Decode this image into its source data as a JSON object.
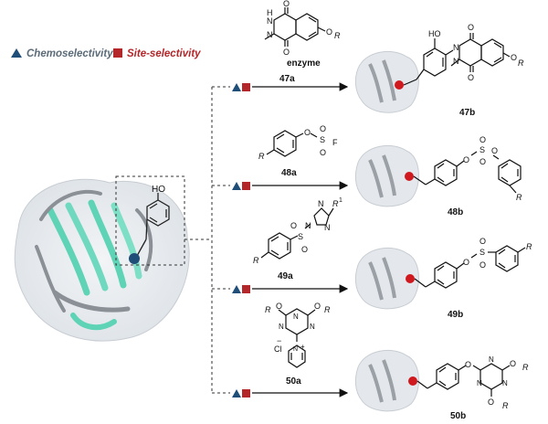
{
  "legend": {
    "chemo_label": "Chemoselectivity",
    "site_label": "Site-selectivity",
    "chemo_color": "#1f4e79",
    "site_color": "#b3262a"
  },
  "left_panel": {
    "tyrosine_label": "HO"
  },
  "reagents": {
    "enzyme_label": "enzyme",
    "r47a": "47a",
    "r48a": "48a",
    "r49a": "49a",
    "r50a": "50a",
    "p47b": "47b",
    "p48b": "48b",
    "p49b": "49b",
    "p50b": "50b"
  },
  "atoms": {
    "O": "O",
    "N": "N",
    "H": "H",
    "S": "S",
    "F": "F",
    "R": "R",
    "HO": "HO",
    "R1": "R",
    "sup1": "1",
    "Cl": "Cl",
    "minus": "−",
    "plus": "+"
  }
}
